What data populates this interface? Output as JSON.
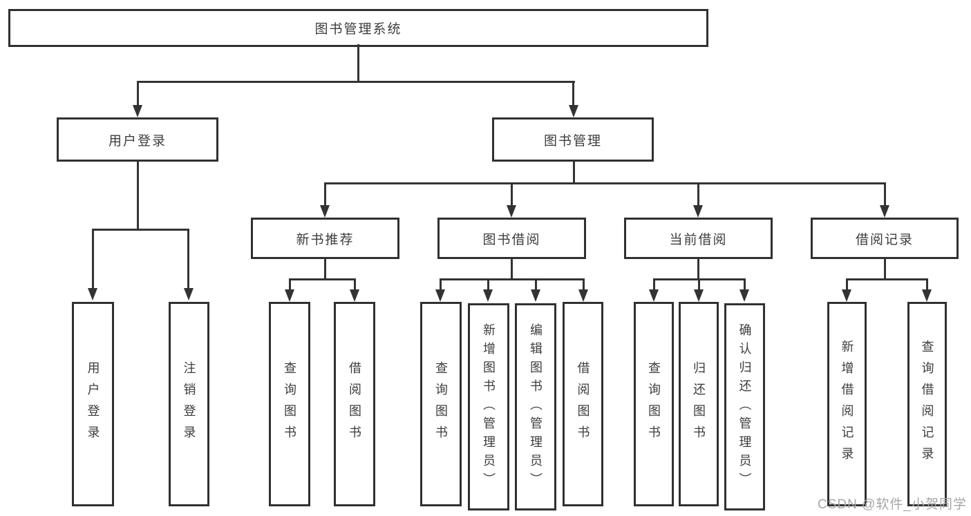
{
  "diagram": {
    "title": "图书管理系统",
    "root": "图书管理系统",
    "level2": {
      "user_login": "用户登录",
      "book_management": "图书管理"
    },
    "level3": {
      "new_book_recommend": "新书推荐",
      "book_borrow": "图书借阅",
      "current_borrow": "当前借阅",
      "borrow_record": "借阅记录"
    },
    "leaves": {
      "user_login": "用户登录",
      "logout": "注销登录",
      "recommend_query_book": "查询图书",
      "recommend_borrow_book": "借阅图书",
      "borrow_query_book": "查询图书",
      "borrow_add_book": "新增图书（管理员）",
      "borrow_edit_book": "编辑图书（管理员）",
      "borrow_borrow_book": "借阅图书",
      "current_query_book": "查询图书",
      "current_return_book": "归还图书",
      "current_confirm_return": "确认归还（管理员）",
      "record_add": "新增借阅记录",
      "record_query": "查询借阅记录"
    },
    "colors": {
      "line": "#333333",
      "text": "#3c3c3c",
      "watermark": "#a6a6a6",
      "background": "#ffffff"
    }
  },
  "watermark": "CSDN @软件_小贺同学"
}
